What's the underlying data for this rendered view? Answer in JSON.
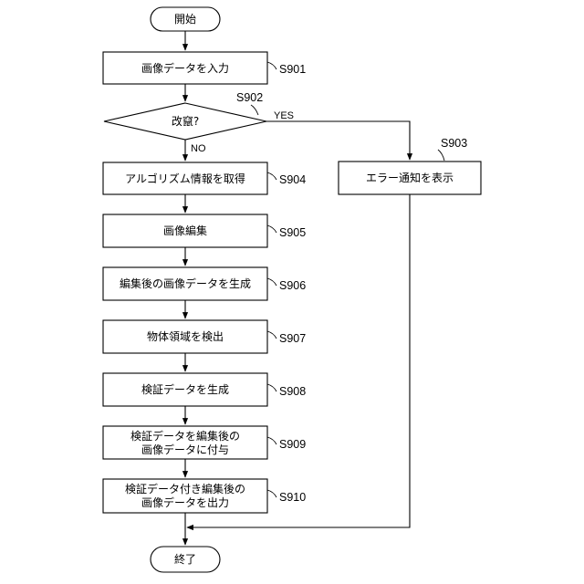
{
  "start": "開始",
  "end": "終了",
  "decision": {
    "text": "改竄?",
    "label": "S902",
    "yes": "YES",
    "no": "NO"
  },
  "steps": {
    "s901": {
      "text": "画像データを入力",
      "label": "S901"
    },
    "s903": {
      "text": "エラー通知を表示",
      "label": "S903"
    },
    "s904": {
      "text": "アルゴリズム情報を取得",
      "label": "S904"
    },
    "s905": {
      "text": "画像編集",
      "label": "S905"
    },
    "s906": {
      "text": "編集後の画像データを生成",
      "label": "S906"
    },
    "s907": {
      "text": "物体領域を検出",
      "label": "S907"
    },
    "s908": {
      "text": "検証データを生成",
      "label": "S908"
    },
    "s909": {
      "line1": "検証データを編集後の",
      "line2": "画像データに付与",
      "label": "S909"
    },
    "s910": {
      "line1": "検証データ付き編集後の",
      "line2": "画像データを出力",
      "label": "S910"
    }
  }
}
